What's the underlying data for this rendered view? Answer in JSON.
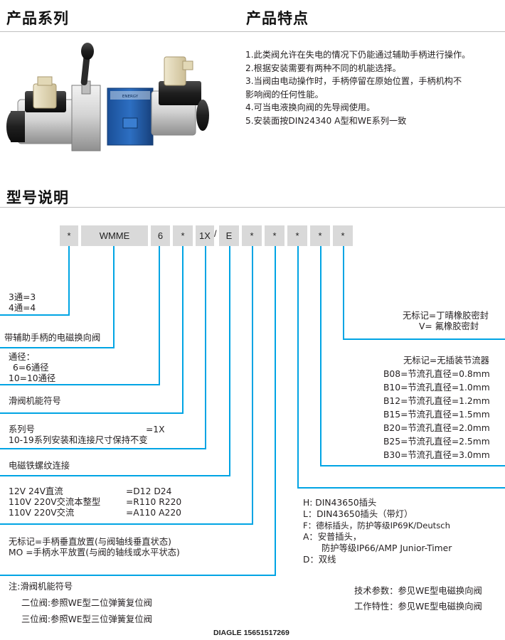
{
  "headings": {
    "products": "产品系列",
    "features": "产品特点",
    "model": "型号说明"
  },
  "features": [
    "1.此类阀允许在失电的情况下仍能通过辅助手柄进行操作。",
    "2.根据安装需要有两种不同的机能选择。",
    "3.当阀由电动操作时，手柄停留在原始位置，手柄机构不",
    "影响阀的任何性能。",
    "4.可当电液换向阀的先导阀使用。",
    "5.安装面按DIN24340 A型和WE系列一致"
  ],
  "model_boxes": [
    "*",
    "WMME",
    "6",
    "*",
    "1X",
    "E",
    "*",
    "*",
    "*",
    "*",
    "*"
  ],
  "model_sep": "/",
  "left": {
    "ways": [
      "3通=3",
      "4通=4"
    ],
    "type": "带辅助手柄的电磁换向阀",
    "size": [
      "通径：",
      "6=6通径",
      "10=10通径"
    ],
    "function": "滑阀机能符号",
    "series": [
      "系列号",
      "=1X",
      "10-19系列安装和连接尺寸保持不变"
    ],
    "thread": "电磁铁螺纹连接",
    "voltage": [
      [
        "12V 24V直流",
        "=D12 D24"
      ],
      [
        "110V 220V交流本整型",
        "=R110 R220"
      ],
      [
        "110V 220V交流",
        "=A110 A220"
      ]
    ],
    "handle": [
      "无标记=手柄垂直放置(与阀轴线垂直状态)",
      "MO    =手柄水平放置(与阀的轴线或水平状态)"
    ],
    "notes": [
      "注:滑阀机能符号",
      "二位阀:参照WE型二位弹簧复位阀",
      "三位阀:参照WE型三位弹簧复位阀"
    ]
  },
  "right": {
    "seal": [
      "无标记=丁晴橡胶密封",
      "V=    氟橡胶密封"
    ],
    "throttle": [
      "无标记=无插装节流器",
      "B08=节流孔直径=0.8mm",
      "B10=节流孔直径=1.0mm",
      "B12=节流孔直径=1.2mm",
      "B15=节流孔直径=1.5mm",
      "B20=节流孔直径=2.0mm",
      "B25=节流孔直径=2.5mm",
      "B30=节流孔直径=3.0mm"
    ],
    "plug": [
      "H: DIN43650插头",
      "L：DIN43650插头（带灯）",
      "F：德标插头，防护等级IP69K/Deutsch",
      "A：安普插头，",
      "防护等级IP66/AMP Junior-Timer",
      "D：双线"
    ],
    "tech": [
      "技术参数：参见WE型电磁换向阀",
      "工作特性：参见WE型电磁换向阀"
    ]
  },
  "valve_plate": "ENERGY",
  "footer": "DIAGLE 15651517269",
  "colors": {
    "leader": "#00a4e4",
    "box": "#d9d9d9",
    "valve_blue": "#1f5fae"
  }
}
